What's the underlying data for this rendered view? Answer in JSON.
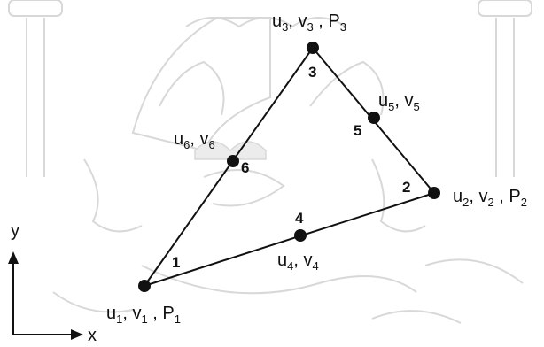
{
  "colors": {
    "ink": "#111111",
    "watermark": "#d8d8d8",
    "background": "#ffffff"
  },
  "axes": {
    "x_label": "x",
    "y_label": "y"
  },
  "nodes": [
    {
      "id": "1",
      "number": "1",
      "vars": [
        {
          "base": "u",
          "sub": "1"
        },
        {
          "base": "v",
          "sub": "1"
        },
        {
          "base": "P",
          "sub": "1"
        }
      ]
    },
    {
      "id": "2",
      "number": "2",
      "vars": [
        {
          "base": "u",
          "sub": "2"
        },
        {
          "base": "v",
          "sub": "2"
        },
        {
          "base": "P",
          "sub": "2"
        }
      ]
    },
    {
      "id": "3",
      "number": "3",
      "vars": [
        {
          "base": "u",
          "sub": "3"
        },
        {
          "base": "v",
          "sub": "3"
        },
        {
          "base": "P",
          "sub": "3"
        }
      ]
    },
    {
      "id": "4",
      "number": "4",
      "vars": [
        {
          "base": "u",
          "sub": "4"
        },
        {
          "base": "v",
          "sub": "4"
        }
      ]
    },
    {
      "id": "5",
      "number": "5",
      "vars": [
        {
          "base": "u",
          "sub": "5"
        },
        {
          "base": "v",
          "sub": "5"
        }
      ]
    },
    {
      "id": "6",
      "number": "6",
      "vars": [
        {
          "base": "u",
          "sub": "6"
        },
        {
          "base": "v",
          "sub": "6"
        }
      ]
    }
  ]
}
